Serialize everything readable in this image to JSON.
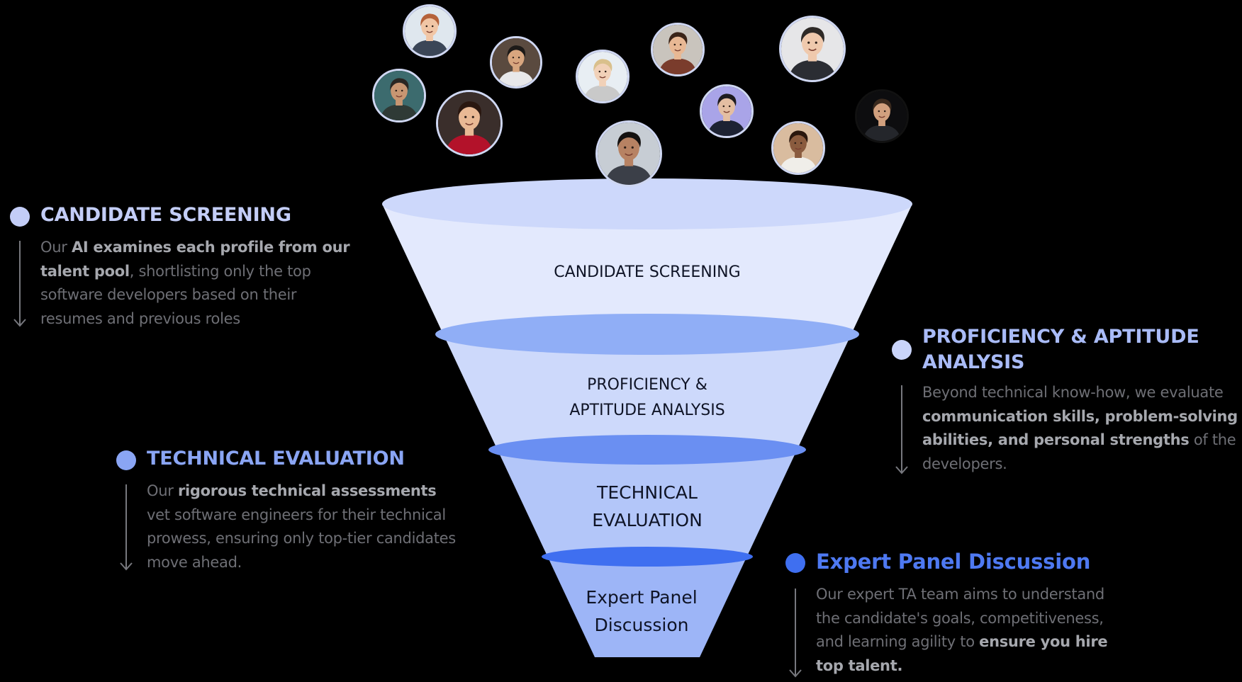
{
  "funnel": {
    "stages": [
      {
        "label_lines": [
          "CANDIDATE SCREENING"
        ]
      },
      {
        "label_lines": [
          "PROFICIENCY &",
          "APTITUDE ANALYSIS"
        ]
      },
      {
        "label_lines": [
          "TECHNICAL",
          "EVALUATION"
        ]
      },
      {
        "label_lines": [
          "Expert Panel",
          "Discussion"
        ]
      }
    ],
    "colors": {
      "band_1": "#e3e9fd",
      "band_2": "#cdd9fb",
      "band_3": "#b3c6f9",
      "band_4": "#9db5f7",
      "rim_top": "#cdd8fb",
      "rim_2": "#90aef6",
      "rim_3": "#6a8ff2",
      "rim_4": "#3f6ff0"
    }
  },
  "avatars": [
    {
      "name": "avatar-woman-auburn-hair",
      "hair": "#b5623a",
      "skin": "#f1c6a6",
      "cloth": "#3b4657",
      "bg": "#dfe7ee"
    },
    {
      "name": "avatar-man-shirt-tie",
      "hair": "#1d1a18",
      "skin": "#d8a67f",
      "cloth": "#e8e8ea",
      "bg": "#5a4a3f"
    },
    {
      "name": "avatar-woman-beanie",
      "hair": "#d9c08c",
      "skin": "#f1d1b8",
      "cloth": "#c9c9c9",
      "bg": "#e8eef3"
    },
    {
      "name": "avatar-woman-smiling-dark-hair",
      "hair": "#3a2418",
      "skin": "#e8b894",
      "cloth": "#7a3c2c",
      "bg": "#c9c4bd"
    },
    {
      "name": "avatar-man-light-background",
      "hair": "#2e2a27",
      "skin": "#efc9ad",
      "cloth": "#2b2d33",
      "bg": "#e6e6e8"
    },
    {
      "name": "avatar-man-beard-cap",
      "hair": "#2a2622",
      "skin": "#c89672",
      "cloth": "#2f3a36",
      "bg": "#3c6b6e"
    },
    {
      "name": "avatar-woman-red-top",
      "hair": "#2a1710",
      "skin": "#e9b995",
      "cloth": "#b3122a",
      "bg": "#3a2e2b"
    },
    {
      "name": "avatar-woman-purple-background",
      "hair": "#1e1b1f",
      "skin": "#e4bea2",
      "cloth": "#1d2233",
      "bg": "#a9a4e8"
    },
    {
      "name": "avatar-man-smiling-center",
      "hair": "#141110",
      "skin": "#b78263",
      "cloth": "#3b3f48",
      "bg": "#c7cdd4"
    },
    {
      "name": "avatar-woman-curly-hair",
      "hair": "#2a170d",
      "skin": "#8a5b3e",
      "cloth": "#f0eee9",
      "bg": "#d9bc9f"
    },
    {
      "name": "avatar-man-dark-background",
      "hair": "#3a2a1e",
      "skin": "#d1a07e",
      "cloth": "#24262b",
      "bg": "#0d0d0f"
    }
  ],
  "sections": [
    {
      "name": "candidate-screening",
      "title": "CANDIDATE SCREENING",
      "title_color": "#c3cdf7",
      "dot_color": "#c3cdf7",
      "desc": [
        {
          "t": "Our ",
          "b": false
        },
        {
          "t": "AI examines each profile from our talent pool",
          "b": true
        },
        {
          "t": ", shortlisting only the top software developers based on their resumes and previous roles",
          "b": false
        }
      ]
    },
    {
      "name": "proficiency-aptitude",
      "title_lines": [
        "PROFICIENCY & APTITUDE",
        "ANALYSIS"
      ],
      "title_color": "#a9bbf7",
      "dot_color": "#c9d4fa",
      "desc": [
        {
          "t": "Beyond technical know-how, we evaluate ",
          "b": false
        },
        {
          "t": "communication skills, problem-solving abilities, and personal strengths",
          "b": true
        },
        {
          "t": " of the developers.",
          "b": false
        }
      ]
    },
    {
      "name": "technical-evaluation",
      "title": "TECHNICAL EVALUATION",
      "title_color": "#8aa5f4",
      "dot_color": "#8aa5f4",
      "desc": [
        {
          "t": "Our ",
          "b": false
        },
        {
          "t": "rigorous technical assessments",
          "b": true
        },
        {
          "t": " vet software engineers for their technical prowess, ensuring only top-tier candidates move ahead.",
          "b": false
        }
      ]
    },
    {
      "name": "expert-panel",
      "title": "Expert Panel Discussion",
      "title_color": "#4e79f2",
      "dot_color": "#3f6ff0",
      "desc": [
        {
          "t": "Our expert TA team aims to understand the candidate's goals, competitiveness, and learning agility to ",
          "b": false
        },
        {
          "t": "ensure you hire top talent.",
          "b": true
        }
      ]
    }
  ]
}
